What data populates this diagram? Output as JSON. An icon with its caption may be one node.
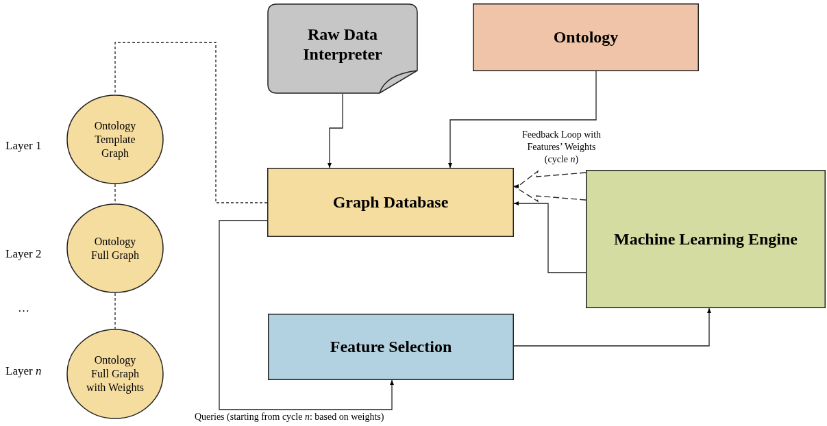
{
  "diagram": {
    "nodes": [
      {
        "text": [
          "Raw Data Interpreter"
        ]
      },
      {
        "text": [
          "Ontology"
        ]
      },
      {
        "text": [
          "Ontology Template Graph"
        ],
        "beside": [
          "Layer 1"
        ]
      },
      {
        "text": [
          "Ontology Full Graph"
        ],
        "beside": [
          "Layer 2"
        ]
      },
      {
        "text": [
          "Ontology Full Graph with Weights"
        ],
        "beside": [
          "Layer *n*"
        ]
      },
      {
        "text": [
          "Graph Database"
        ]
      },
      {
        "text": [
          "Machine Learning Engine"
        ]
      },
      {
        "text": [
          "Feature Selection"
        ]
      }
    ],
    "edges": [
      {
        "from": 0,
        "to": 5,
        "arrow": "to"
      },
      {
        "from": 1,
        "to": 5,
        "arrow": "to"
      },
      {
        "from": 5,
        "to": 2,
        "arrow": "none",
        "style": "dashed"
      },
      {
        "from": 2,
        "to": 3,
        "arrow": "none",
        "style": "dashed"
      },
      {
        "from": 3,
        "to": 4,
        "arrow": "none",
        "style": "dashed"
      },
      {
        "from": 6,
        "to": 5,
        "arrow": "to",
        "style": "dashed",
        "label": "Feedback Loop with Features’ Weights (cycle *n*)"
      },
      {
        "from": 6,
        "to": 5,
        "arrow": "to"
      },
      {
        "from": 5,
        "to": 7,
        "arrow": "to",
        "label": "Queries (starting from cycle *n*: based on weights)"
      },
      {
        "from": 7,
        "to": 6,
        "arrow": "to"
      }
    ],
    "labels": [
      "…"
    ]
  }
}
